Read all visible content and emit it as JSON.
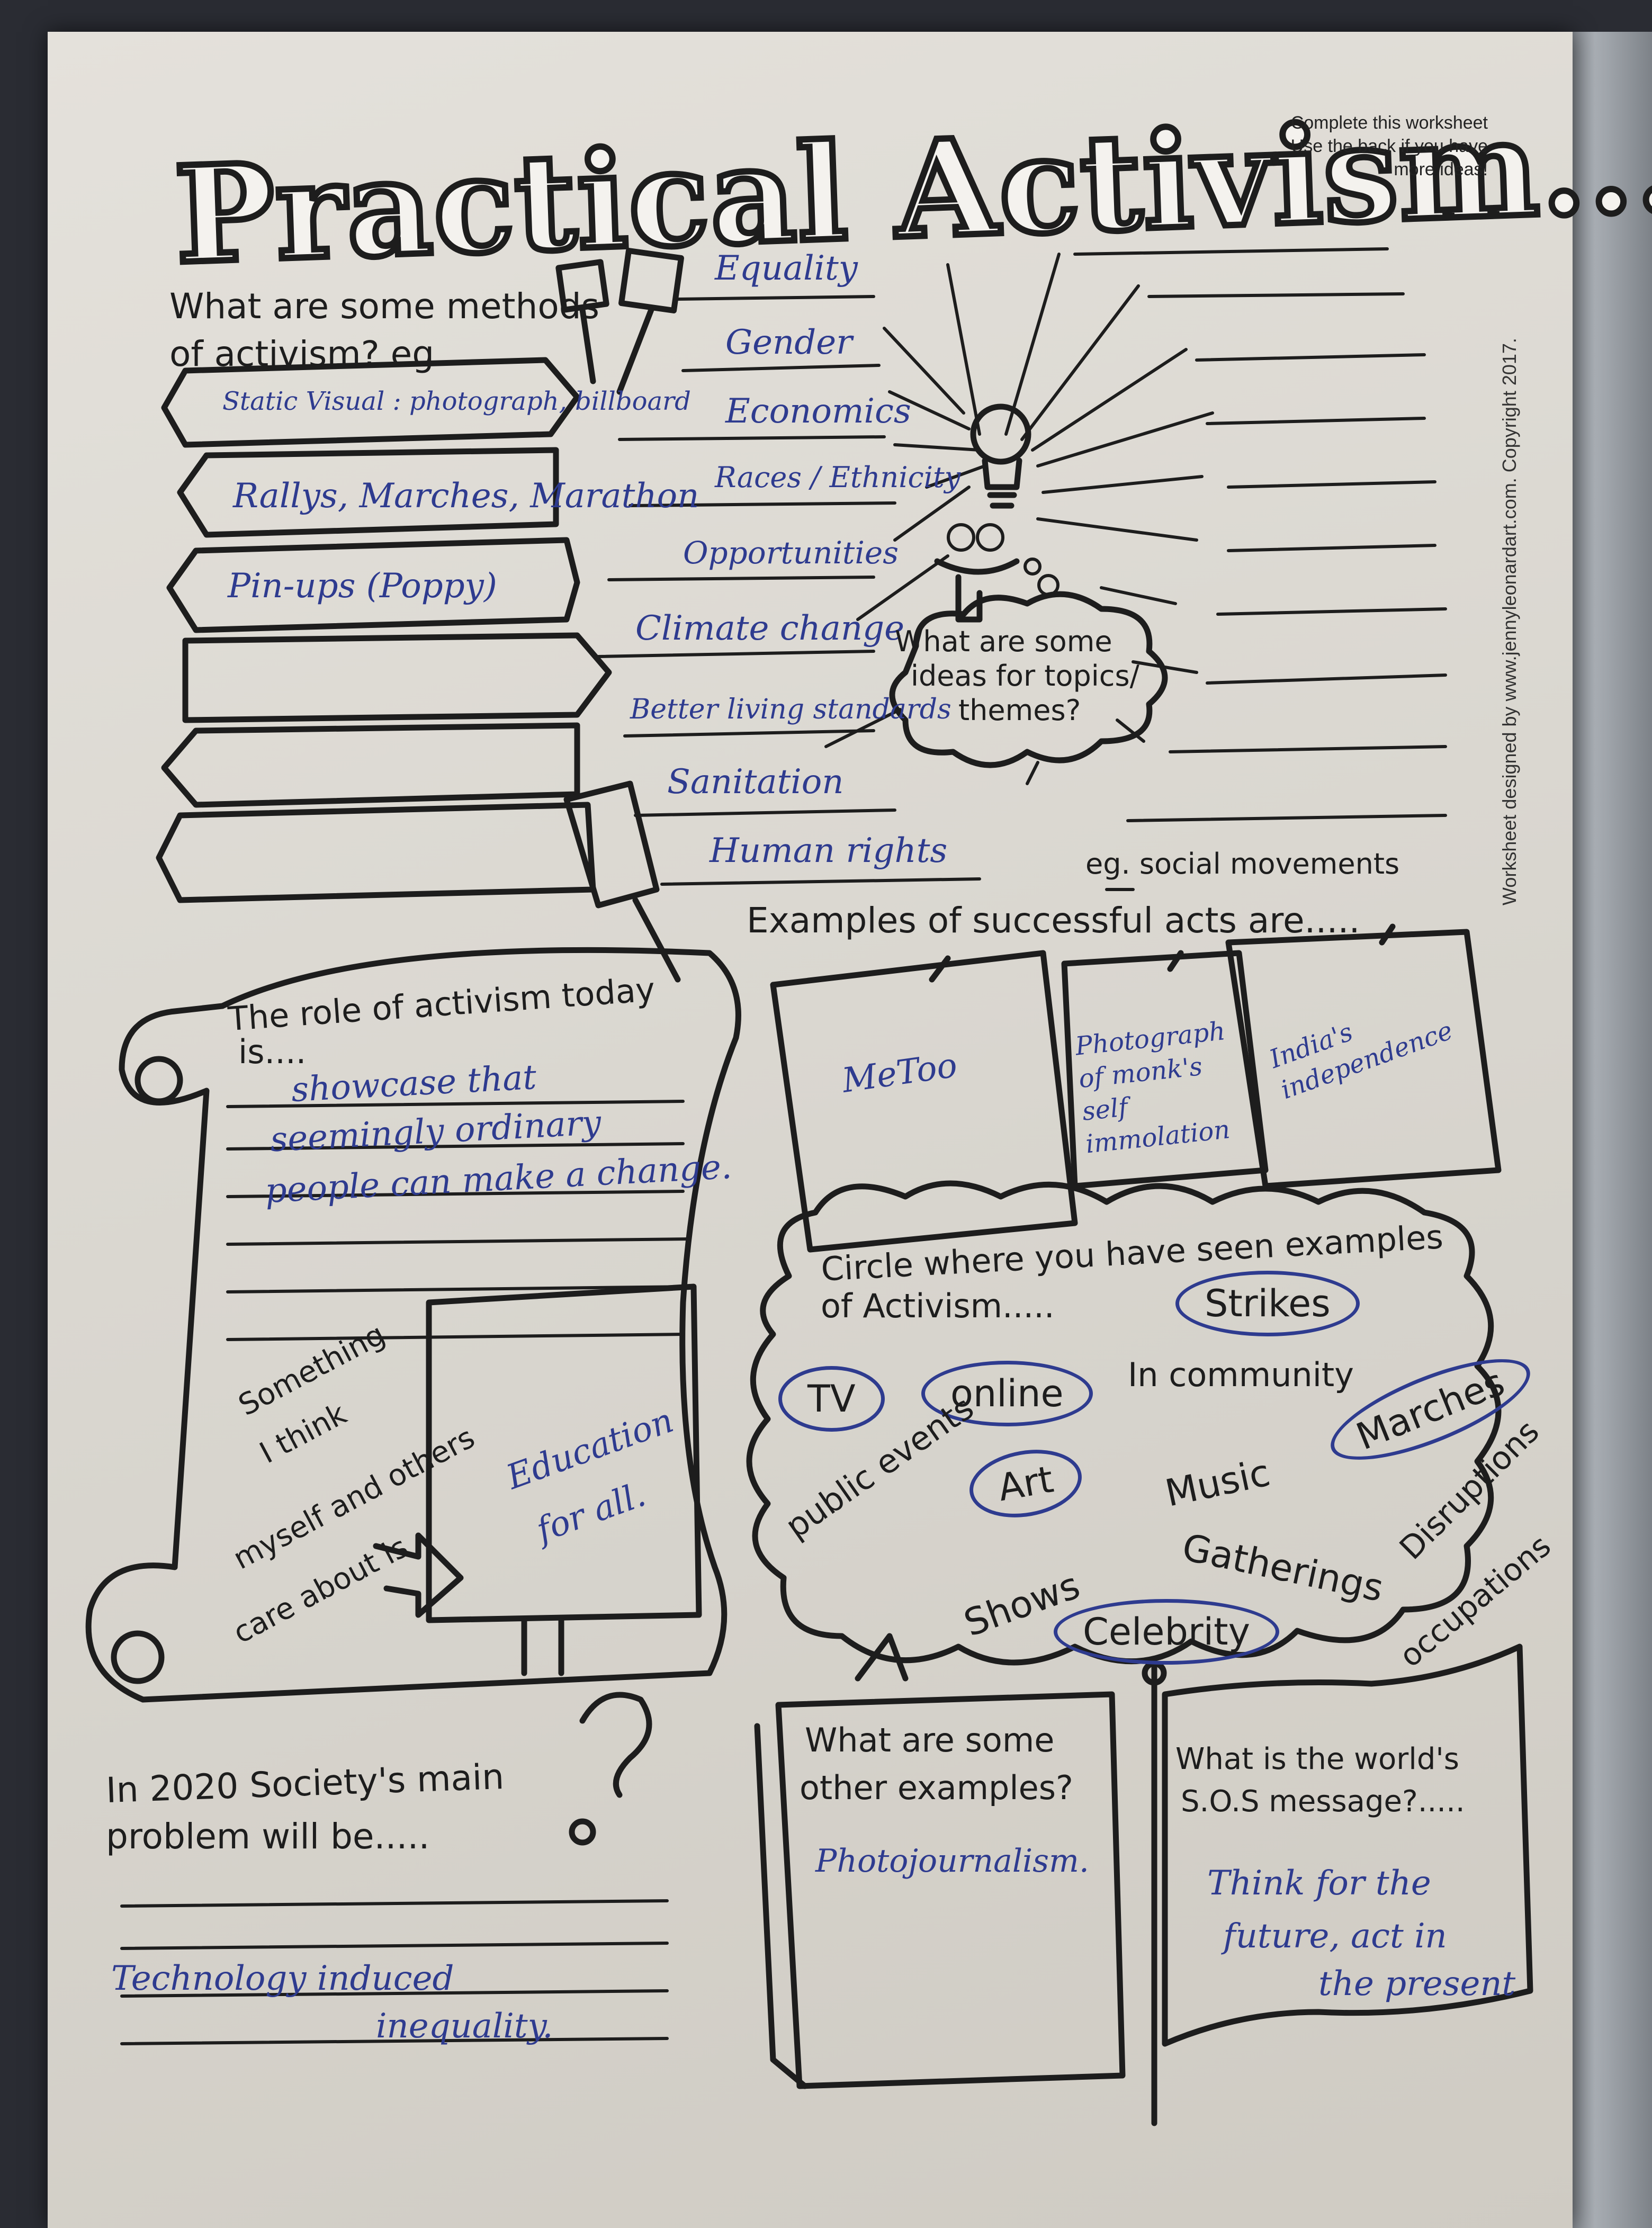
{
  "title": "Practical Activism...",
  "instructions": [
    "Complete this worksheet",
    "Use the back if you have",
    "more ideas!"
  ],
  "copyright": "Worksheet designed by www.jennyleonardart.com. Copyright 2017.",
  "methods": {
    "question": [
      "What are some methods",
      "of activism? eg."
    ],
    "answers": [
      "Static Visual : photograph, billboard",
      "Rallys, Marches, Marathon",
      "Pin-ups (Poppy)",
      "",
      "",
      ""
    ]
  },
  "topics": {
    "question": [
      "What are some",
      "ideas for topics/",
      "themes?"
    ],
    "answers": [
      "Equality",
      "Gender",
      "Economics",
      "Races / Ethnicity",
      "Opportunities",
      "Climate change",
      "Better living standards",
      "Sanitation",
      "Human rights"
    ]
  },
  "successful": {
    "heading": "Examples of successful acts are.....",
    "note": "eg. social movements",
    "notes": [
      "MeToo",
      "Photograph of monk's self immolation",
      "India's independence"
    ]
  },
  "role": {
    "question": [
      "The role of activism today",
      "is...."
    ],
    "answer": [
      "showcase that",
      "seemingly ordinary",
      "people can make a change."
    ]
  },
  "something": {
    "prompt": [
      "Something",
      "I think",
      "myself and others",
      "care about is"
    ],
    "answer": [
      "Education",
      "for all."
    ]
  },
  "circle": {
    "heading": [
      "Circle where you have seen examples",
      "of Activism....."
    ],
    "options": [
      {
        "label": "Strikes",
        "circled": true
      },
      {
        "label": "TV",
        "circled": true
      },
      {
        "label": "online",
        "circled": true
      },
      {
        "label": "In community",
        "circled": false
      },
      {
        "label": "Marches",
        "circled": true
      },
      {
        "label": "public events",
        "circled": false
      },
      {
        "label": "Art",
        "circled": true
      },
      {
        "label": "Music",
        "circled": false
      },
      {
        "label": "Disruptions",
        "circled": false
      },
      {
        "label": "Gatherings",
        "circled": false
      },
      {
        "label": "Shows",
        "circled": false
      },
      {
        "label": "Celebrity",
        "circled": true
      },
      {
        "label": "occupations",
        "circled": false
      }
    ]
  },
  "society": {
    "question": [
      "In 2020 Society's main",
      "problem will be....."
    ],
    "answer": [
      "Technology induced",
      "inequality."
    ]
  },
  "other_examples": {
    "question": [
      "What are some",
      "other examples?"
    ],
    "answer": "Photojournalism."
  },
  "sos": {
    "question": [
      "What is the world's",
      "S.O.S message?....."
    ],
    "answer": [
      "Think for the",
      "future, act in",
      "the present"
    ]
  },
  "colors": {
    "ink": "#1d1d1d",
    "pen": "#2e3b8f",
    "paper": "#dcd9d2"
  }
}
